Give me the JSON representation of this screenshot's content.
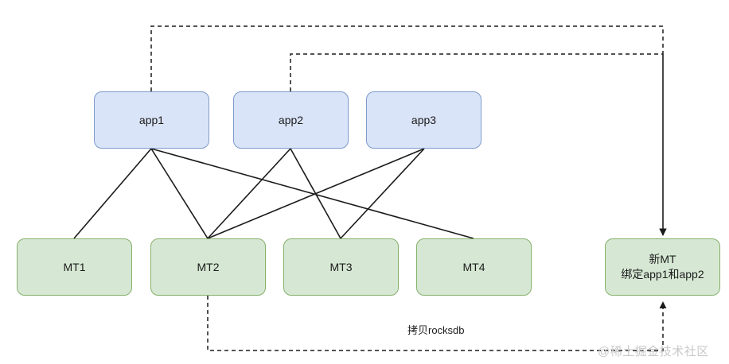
{
  "diagram": {
    "title": "",
    "colors": {
      "app_fill": "#dae4f8",
      "app_stroke": "#7d9bc9",
      "mt_fill": "#d6e8d4",
      "mt_stroke": "#85b06a",
      "line": "#1b1b1b",
      "background": "#ffffff",
      "watermark": "#c9c9c9"
    },
    "apps": [
      {
        "id": "app1",
        "label": "app1"
      },
      {
        "id": "app2",
        "label": "app2"
      },
      {
        "id": "app3",
        "label": "app3"
      }
    ],
    "mts": [
      {
        "id": "mt1",
        "label": "MT1"
      },
      {
        "id": "mt2",
        "label": "MT2"
      },
      {
        "id": "mt3",
        "label": "MT3"
      },
      {
        "id": "mt4",
        "label": "MT4"
      }
    ],
    "new_mt": {
      "id": "new-mt",
      "line1": "新MT",
      "line2": "绑定app1和app2"
    },
    "edge_labels": {
      "copy_rocksdb": "拷贝rocksdb"
    },
    "watermark": "@稀土掘金技术社区",
    "connections": [
      {
        "from": "app1",
        "to": "mt1",
        "style": "solid"
      },
      {
        "from": "app1",
        "to": "mt2",
        "style": "solid"
      },
      {
        "from": "app1",
        "to": "mt4",
        "style": "solid"
      },
      {
        "from": "app2",
        "to": "mt2",
        "style": "solid"
      },
      {
        "from": "app2",
        "to": "mt3",
        "style": "solid"
      },
      {
        "from": "app3",
        "to": "mt2",
        "style": "solid"
      },
      {
        "from": "app3",
        "to": "mt3",
        "style": "solid"
      },
      {
        "from": "app1",
        "to": "new-mt",
        "style": "dashed",
        "arrow": true
      },
      {
        "from": "app2",
        "to": "new-mt",
        "style": "dashed",
        "arrow": true
      },
      {
        "from": "mt2",
        "to": "new-mt",
        "style": "dashed",
        "arrow": true,
        "label": "拷贝rocksdb"
      }
    ]
  }
}
